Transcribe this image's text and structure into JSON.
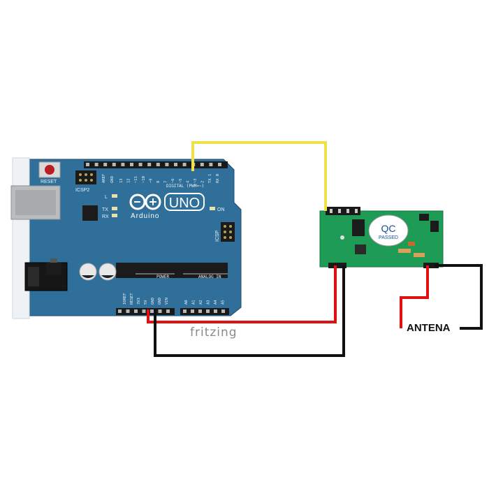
{
  "board": {
    "name": "Arduino",
    "model": "UNO",
    "reset_label": "RESET",
    "icsp2_label": "ICSP2",
    "icsp_label": "ICSP",
    "digital_label": "DIGITAL (PWM=~)",
    "power_label": "POWER",
    "analog_label": "ANALOG IN",
    "on_label": "ON",
    "l_label": "L",
    "tx_label": "TX",
    "rx_label": "RX",
    "aref_label": "AREF",
    "gnd_label": "GND",
    "digital_pins": [
      "13",
      "12",
      "~11",
      "~10",
      "~9",
      "8",
      "7",
      "~6",
      "~5",
      "4",
      "~3",
      "2",
      "TX 1",
      "RX 0"
    ],
    "power_pins": [
      "IOREF",
      "RESET",
      "3V3",
      "5V",
      "GND",
      "GND",
      "VIN"
    ],
    "analog_pins": [
      "A0",
      "A1",
      "A2",
      "A3",
      "A4",
      "A5"
    ]
  },
  "module": {
    "qc_label": "QC",
    "passed_label": "PASSED"
  },
  "watermark": "fritzing",
  "antenna_label": "ANTENA",
  "colors": {
    "board": "#2f6f9a",
    "module": "#1e9b55",
    "wire_data": "#f0e04a",
    "wire_power": "#e01010",
    "wire_ground": "#111111"
  }
}
